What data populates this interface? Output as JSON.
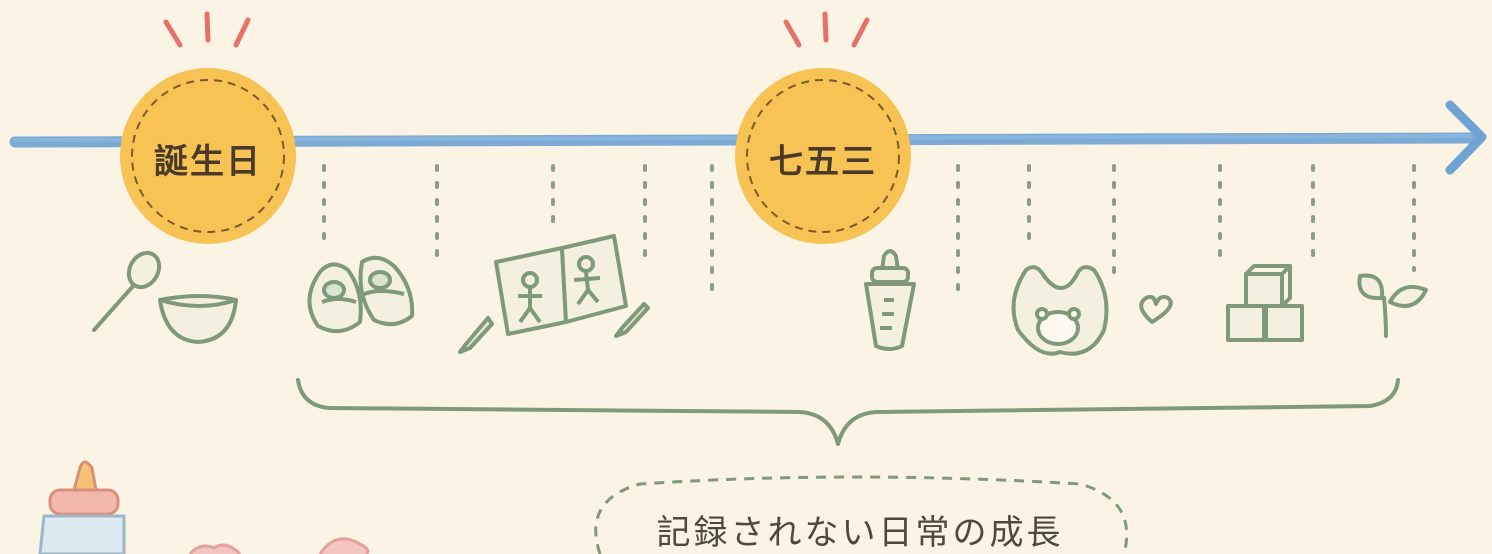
{
  "milestones": [
    {
      "label": "誕生日"
    },
    {
      "label": "七五三"
    }
  ],
  "daily_items": [
    {
      "icon": "spoon-and-bowl-icon"
    },
    {
      "icon": "baby-shoes-icon"
    },
    {
      "icon": "picture-book-with-crayons-icon"
    },
    {
      "icon": "baby-bottle-icon"
    },
    {
      "icon": "bib-with-bear-icon"
    },
    {
      "icon": "heart-icon"
    },
    {
      "icon": "toy-blocks-icon"
    },
    {
      "icon": "sprout-icon"
    }
  ],
  "caption": "記録されない日常の成長",
  "colors": {
    "background": "#fbf3e3",
    "timeline": "#6fa3d3",
    "milestone_fill": "#f6c354",
    "burst": "#e8706a",
    "sketch_line": "#7f9a78",
    "text": "#4a3a2a"
  }
}
